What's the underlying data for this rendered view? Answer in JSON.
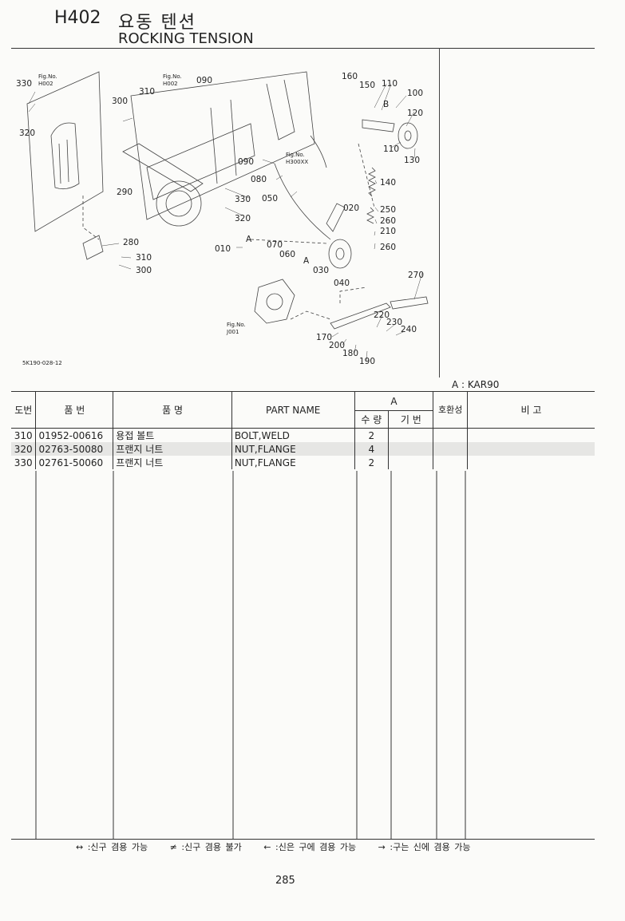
{
  "header": {
    "code": "H402",
    "title_ko": "요동 텐션",
    "title_en": "ROCKING TENSION"
  },
  "diagram": {
    "drawing_id": "5K190-028-12",
    "callouts": [
      "330",
      "310",
      "300",
      "320",
      "290",
      "090",
      "090",
      "080",
      "050",
      "330",
      "320",
      "280",
      "310",
      "300",
      "010",
      "070",
      "060",
      "030",
      "040",
      "020",
      "250",
      "260",
      "210",
      "260",
      "140",
      "160",
      "150",
      "110",
      "100",
      "120",
      "110",
      "130",
      "270",
      "220",
      "230",
      "240",
      "170",
      "200",
      "180",
      "190"
    ],
    "fig_refs": [
      {
        "label": "Fig.No.",
        "ref": "H002"
      },
      {
        "label": "Fig.No.",
        "ref": "H002"
      },
      {
        "label": "Fig.No.",
        "ref": "H300XX"
      },
      {
        "label": "Fig.No.",
        "ref": "J001"
      }
    ],
    "group_labels": {
      "A": "A",
      "B": "B"
    }
  },
  "model_label": "A : KAR90",
  "table": {
    "headers": {
      "ref_no": "도번",
      "part_no": "품 번",
      "part_name_ko": "품 명",
      "part_name_en": "PART NAME",
      "group_a": "A",
      "qty": "수 량",
      "base": "기 번",
      "interchange": "호환성",
      "remarks": "비 고"
    },
    "rows": [
      {
        "ref": "310",
        "part_no": "01952-00616",
        "name_ko": "용접 볼트",
        "name_en": "BOLT,WELD",
        "qty": "2"
      },
      {
        "ref": "320",
        "part_no": "02763-50080",
        "name_ko": "프랜지 너트",
        "name_en": "NUT,FLANGE",
        "qty": "4"
      },
      {
        "ref": "330",
        "part_no": "02761-50060",
        "name_ko": "프랜지 너트",
        "name_en": "NUT,FLANGE",
        "qty": "2"
      }
    ]
  },
  "legend": [
    "↔ :신구 겸용 가능",
    "≠ :신구 겸용 불가",
    "← :신은 구에 겸용 가능",
    "→ :구는 신에 겸용 가능"
  ],
  "page_number": "285"
}
